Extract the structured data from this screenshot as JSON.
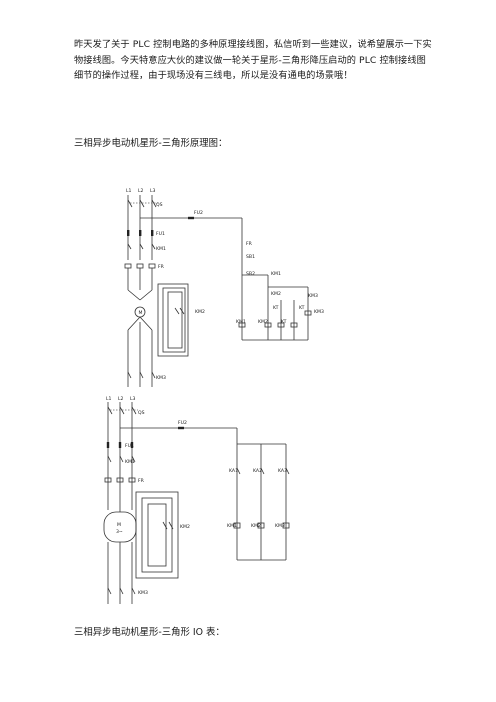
{
  "intro": {
    "text": "昨天发了关于 PLC 控制电路的多种原理接线图，私信听到一些建议，说希望展示一下实物接线图。今天特意应大伙的建议做一轮关于星形-三角形降压启动的 PLC 控制接线图细节的操作过程，由于现场没有三线电，所以是没有通电的场景哦！"
  },
  "heading_schematic": "三相异步电动机星形-三角形原理图：",
  "heading_io": "三相异步电动机星形-三角形 IO 表：",
  "diagram1": {
    "phases": [
      "L1",
      "L2",
      "L3"
    ],
    "labels": {
      "qs": "QS",
      "fu1": "FU1",
      "fu2": "FU2",
      "km1": "KM1",
      "fr": "FR",
      "km2": "KM2",
      "km3": "KM3",
      "fr_ctrl": "FR",
      "sb1": "SB1",
      "sb2": "SB2",
      "km1_aux": "KM1",
      "km2_aux": "KM2",
      "km3_aux": "KM3",
      "kt": "KT",
      "kt2": "KT",
      "coil_km1": "KM1",
      "coil_km2": "KM2",
      "coil_kt": "KT",
      "coil_km3": "KM3",
      "km2_b": "KM2",
      "motor": "M"
    }
  },
  "diagram2": {
    "phases": [
      "L1",
      "L2",
      "L3"
    ],
    "labels": {
      "qs": "QS",
      "fu2": "FU2",
      "fu1": "FU1",
      "km1": "KM1",
      "fr": "FR",
      "km2": "KM2",
      "km3": "KM3",
      "ka1": "KA1",
      "ka2": "KA2",
      "ka3": "KA3",
      "coil1": "KM1",
      "coil2": "KM2",
      "coil3": "KM3",
      "motor": "M",
      "motor_sub": "3~"
    }
  }
}
